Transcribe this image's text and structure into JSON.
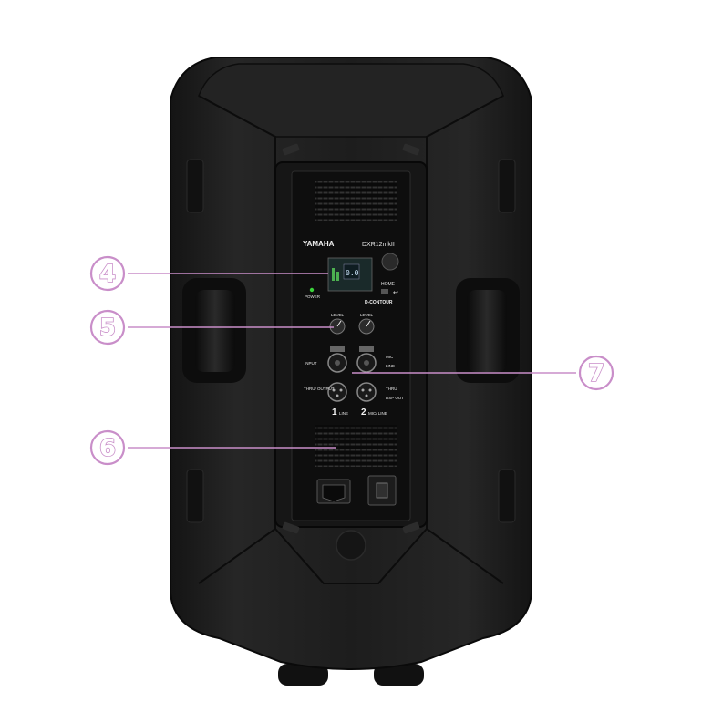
{
  "brand": "YAMAHA",
  "model": "DXR12mkII",
  "panel": {
    "power_label": "POWER",
    "home_label": "HOME",
    "d_contour_label": "D-CONTOUR",
    "level_label_1": "LEVEL",
    "level_label_2": "LEVEL",
    "mic_line_label": "MIC/\nLINE",
    "mic_label": "MIC",
    "line_label": "LINE",
    "input_label": "INPUT",
    "thru_output_label": "THRU/\nOUTPUT",
    "thru_label": "THRU",
    "dsp_out_label": "DSP OUT",
    "channel_1_label": "1",
    "channel_1_sub": "LINE",
    "channel_2_label": "2",
    "channel_2_sub": "MIC/\nLINE",
    "display_value": "0.0"
  },
  "callouts": [
    {
      "label": "4"
    },
    {
      "label": "5"
    },
    {
      "label": "6"
    },
    {
      "label": "7"
    }
  ],
  "colors": {
    "callout": "#c98ec9",
    "cabinet": "#1c1c1c",
    "panel": "#0e0e0e",
    "power_led": "#3bd23b"
  }
}
